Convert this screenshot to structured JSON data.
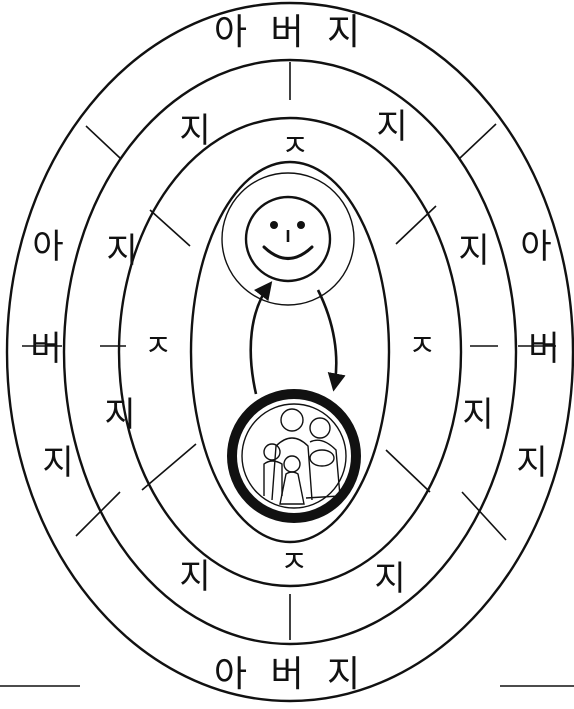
{
  "outer_ring": {
    "top": "아 버 지",
    "bottom": "아 버 지",
    "left": [
      "아",
      "버",
      "지"
    ],
    "right": [
      "아",
      "버",
      "지"
    ]
  },
  "second_ring": {
    "labels": [
      "지",
      "지",
      "지",
      "지",
      "지",
      "지",
      "지",
      "지"
    ]
  },
  "third_ring": {
    "labels": [
      "ㅈ",
      "ㅈ",
      "ㅈ",
      "ㅈ"
    ]
  },
  "center": {
    "top_icon": "smiley-face",
    "bottom_icon": "family-group"
  },
  "colors": {
    "ink": "#111111",
    "background": "#ffffff"
  }
}
